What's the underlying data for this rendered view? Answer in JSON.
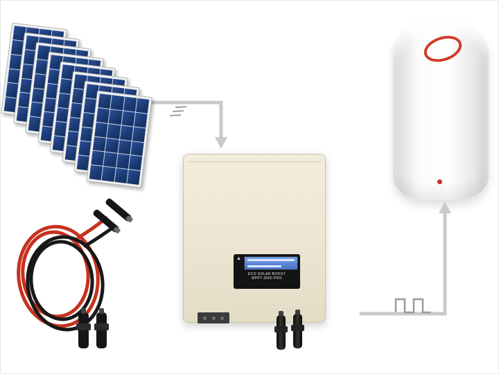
{
  "image": {
    "kind": "solar-water-heating-kit-diagram",
    "background": "#ffffff"
  },
  "solar_array": {
    "panel_count": 8,
    "cell_color": "#1a3a72",
    "frame_color": "#f1f1f1"
  },
  "inverter": {
    "body_color": "#ece5d2",
    "brand_mark": "▲",
    "caption_line1": "ECO SOLAR BOOST",
    "caption_line2": "MPPT-3000 PRO",
    "lcd_color": "#5b84d6"
  },
  "water_heater": {
    "body_color": "#ffffff",
    "logo_color": "#d23b2a"
  },
  "cables": {
    "red_color": "#c8311f",
    "black_color": "#181818",
    "top_connectors": 2,
    "bottom_connectors": 2
  },
  "flow": {
    "arrow_color": "#c9c9c9",
    "waveform": "square"
  }
}
